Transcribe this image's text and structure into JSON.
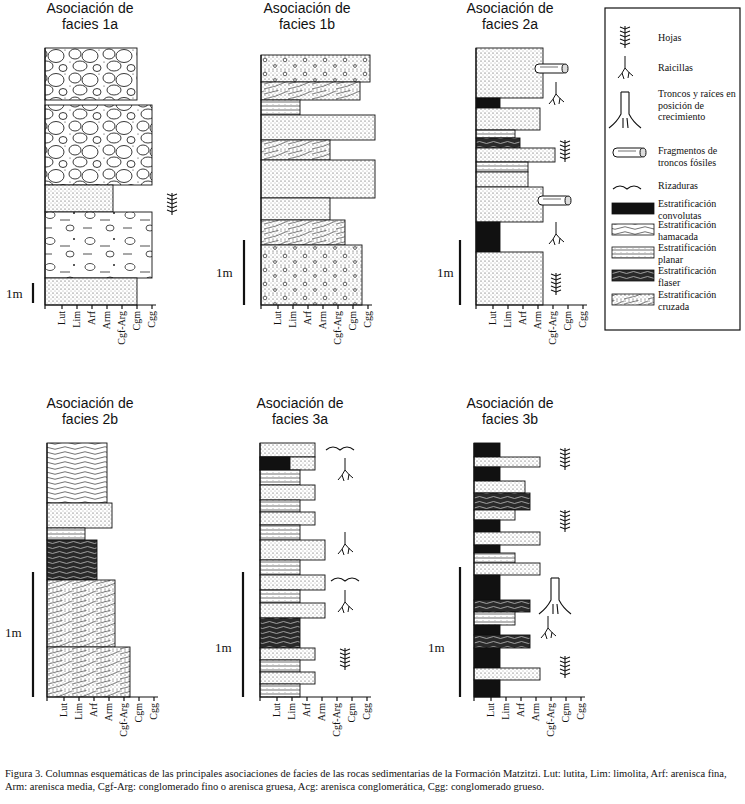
{
  "diagram": {
    "caption": "Figura 3. Columnas esquemáticas de las principales asociaciones de facies de las rocas sedimentarias de la Formación Matzitzi. Lut: lutita, Lim: limolita, Arf: arenisca fina, Arm: arenisca media, Cgf-Arg: conglomerado fino o arenisca gruesa, Acg: arenisca conglomerática, Cgg: conglomerado grueso.",
    "labels": [
      "Asociación de facies 1a",
      "Lut",
      "Lim",
      "Arf",
      "Arm",
      "Cgf-Arg",
      "Cgm",
      "Cgg",
      "1m",
      "Asociación de facies 1b",
      "Lut",
      "Lim",
      "Arf",
      "Arm",
      "Cgf-Arg",
      "Cgm",
      "Cgg",
      "1m",
      "Asociación de facies 2a",
      "Lut",
      "Lim",
      "Arf",
      "Arm",
      "Cgf-Arg",
      "Cgm",
      "Cgg",
      "1m",
      "Asociación de facies 2b",
      "Lut",
      "Lim",
      "Arf",
      "Arm",
      "Cgf-Arg",
      "Cgm",
      "Cgg",
      "1m",
      "Asociación de facies 3a",
      "Lut",
      "Lim",
      "Arf",
      "Arm",
      "Cgf-Arg",
      "Cgm",
      "Cgg",
      "1m",
      "Asociación de facies 3b",
      "Lut",
      "Lim",
      "Arf",
      "Arm",
      "Cgf-Arg",
      "Cgm",
      "Cgg",
      "1m"
    ],
    "legend": [
      {
        "text": "Hojas"
      },
      {
        "text": "Raicillas"
      },
      {
        "text": "Troncos y raíces en posición de crecimiento"
      },
      {
        "text": "Fragmentos de troncos fósiles"
      },
      {
        "text": "Rizaduras"
      },
      {
        "text": "Estratificación convolutas"
      },
      {
        "text": "Estratificación hamacada"
      },
      {
        "text": "Estratificación planar"
      },
      {
        "text": "Estratificación flaser"
      },
      {
        "text": "Estratificación cruzada"
      }
    ]
  }
}
